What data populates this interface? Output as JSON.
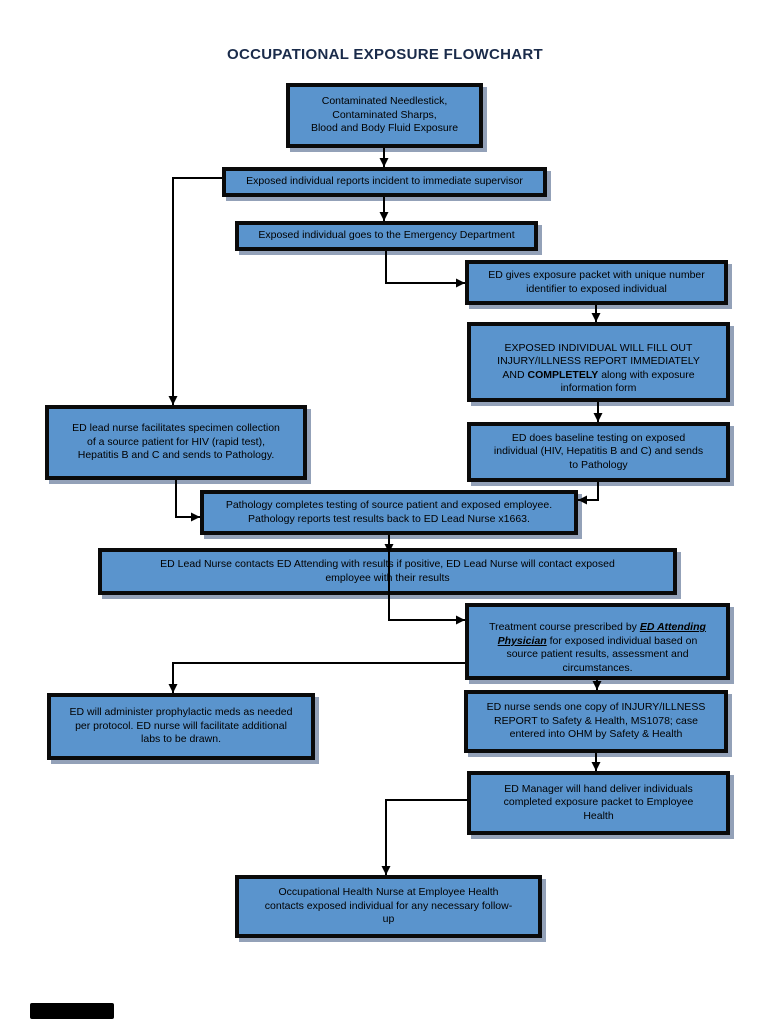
{
  "title": "OCCUPATIONAL EXPOSURE FLOWCHART",
  "colors": {
    "box_fill": "#5a94cd",
    "box_border": "#0a0a0a",
    "box_shadow": "#93a1b8",
    "connector": "#000000",
    "title": "#1a2b4a"
  },
  "boxes": {
    "start": {
      "text": "Contaminated Needlestick,\nContaminated Sharps,\nBlood and Body Fluid Exposure"
    },
    "report_supervisor": {
      "text": "Exposed individual reports incident to immediate supervisor"
    },
    "go_emergency": {
      "text": "Exposed individual goes to the Emergency Department"
    },
    "exposure_packet": {
      "text": "ED gives exposure packet with unique number\nidentifier to exposed individual"
    },
    "fill_out_report": {
      "pre": "EXPOSED INDIVIDUAL WILL FILL OUT\nINJURY/ILLNESS REPORT IMMEDIATELY\nAND ",
      "bold": "COMPLETELY",
      "post": " along with exposure\ninformation form"
    },
    "specimen_collection": {
      "text": "ED lead nurse facilitates specimen collection\nof a source patient for HIV (rapid test),\nHepatitis B and C and sends to Pathology."
    },
    "baseline_testing": {
      "text": "ED does baseline testing on exposed\nindividual (HIV, Hepatitis B and C) and sends\nto Pathology"
    },
    "pathology_testing": {
      "text": "Pathology completes testing of source patient and exposed employee.\nPathology reports test results back to ED Lead Nurse x1663."
    },
    "contact_attending": {
      "text": "ED Lead Nurse contacts ED Attending with results if positive, ED Lead Nurse will contact exposed\nemployee with their results"
    },
    "treatment_course": {
      "pre": "Treatment course prescribed by ",
      "emphasis": "ED Attending\nPhysician",
      "post": " for exposed individual based on\nsource patient results, assessment and\ncircumstances."
    },
    "prophylactic_meds": {
      "text": "ED will administer prophylactic meds as needed\nper protocol.  ED nurse will facilitate additional\nlabs to be drawn."
    },
    "injury_report_copy": {
      "text": "ED nurse sends one copy of INJURY/ILLNESS\nREPORT to Safety & Health, MS1078; case\nentered into OHM by Safety & Health"
    },
    "hand_deliver_packet": {
      "text": "ED Manager will hand deliver individuals\ncompleted exposure packet to Employee\nHealth"
    },
    "health_nurse_followup": {
      "text": "Occupational Health Nurse at Employee Health\ncontacts exposed individual for any necessary follow-\nup"
    }
  }
}
